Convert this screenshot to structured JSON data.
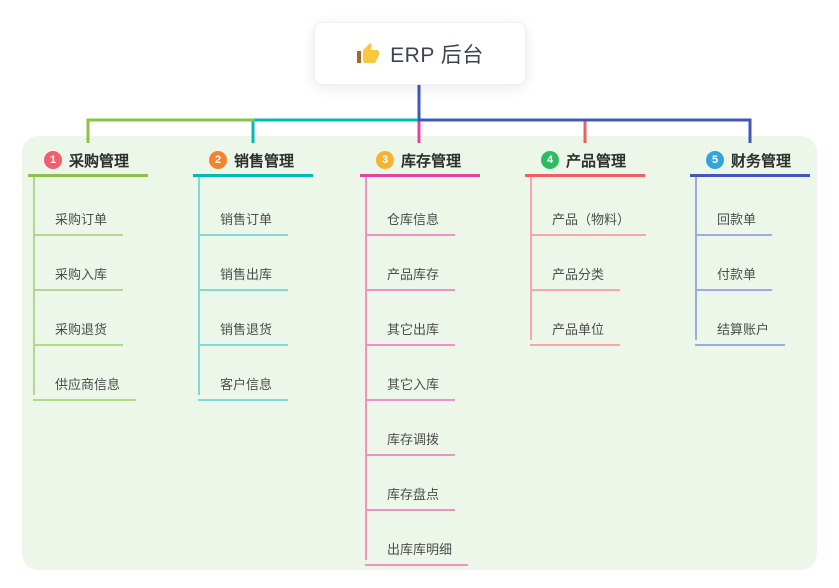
{
  "root": {
    "title": "ERP 后台",
    "icon": "thumbs-up-icon",
    "icon_hand_color": "#f9c83c",
    "icon_cuff_color": "#a5672c",
    "line_color": "#4356bd"
  },
  "colors": {
    "canvas_bg": "#ffffff",
    "panel_bg": "#ecf7e9",
    "root_text": "#3d4450",
    "header_text": "#2e2e2e",
    "child_text": "#4d4d4d"
  },
  "branches": [
    {
      "number": "1",
      "label": "采购管理",
      "badge_color": "#f25f6d",
      "line_color": "#8bc34a",
      "child_line_color": "#b2d98b",
      "children": [
        "采购订单",
        "采购入库",
        "采购退货",
        "供应商信息"
      ]
    },
    {
      "number": "2",
      "label": "销售管理",
      "badge_color": "#f5832d",
      "line_color": "#00bdb4",
      "child_line_color": "#82d9d2",
      "children": [
        "销售订单",
        "销售出库",
        "销售退货",
        "客户信息"
      ]
    },
    {
      "number": "3",
      "label": "库存管理",
      "badge_color": "#f7b32b",
      "line_color": "#e2449c",
      "child_line_color": "#f191c5",
      "children": [
        "仓库信息",
        "产品库存",
        "其它出库",
        "其它入库",
        "库存调拨",
        "库存盘点",
        "出库库明细"
      ]
    },
    {
      "number": "4",
      "label": "产品管理",
      "badge_color": "#2dbd60",
      "line_color": "#f25f5f",
      "child_line_color": "#f6a8a8",
      "children": [
        "产品（物料）",
        "产品分类",
        "产品单位"
      ]
    },
    {
      "number": "5",
      "label": "财务管理",
      "badge_color": "#33a3dc",
      "line_color": "#4356bd",
      "child_line_color": "#9cabe2",
      "children": [
        "回款单",
        "付款单",
        "结算账户"
      ]
    }
  ]
}
